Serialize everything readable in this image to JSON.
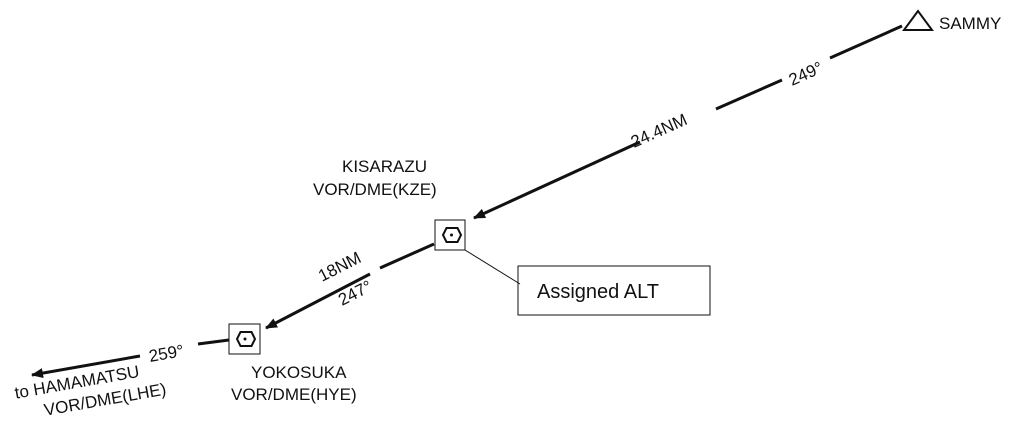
{
  "waypoints": {
    "sammy": {
      "name": "SAMMY",
      "symbol": "triangle-icon"
    },
    "kisarazu": {
      "name_line1": "KISARAZU",
      "name_line2": "VOR/DME(KZE)",
      "symbol": "vor-dme-icon"
    },
    "yokosuka": {
      "name_line1": "YOKOSUKA",
      "name_line2": "VOR/DME(HYE)",
      "symbol": "vor-dme-icon"
    },
    "hamamatsu": {
      "name_line1": "to HAMAMATSU",
      "name_line2": "VOR/DME(LHE)"
    }
  },
  "segments": {
    "sammy_kisarazu": {
      "distance": "24.4NM",
      "course": "249°"
    },
    "kisarazu_yokosuka": {
      "distance": "18NM",
      "course": "247°"
    },
    "yokosuka_hamamatsu": {
      "course": "259°"
    }
  },
  "callout": {
    "text": "Assigned ALT"
  },
  "colors": {
    "ink": "#111111",
    "background": "#ffffff"
  }
}
